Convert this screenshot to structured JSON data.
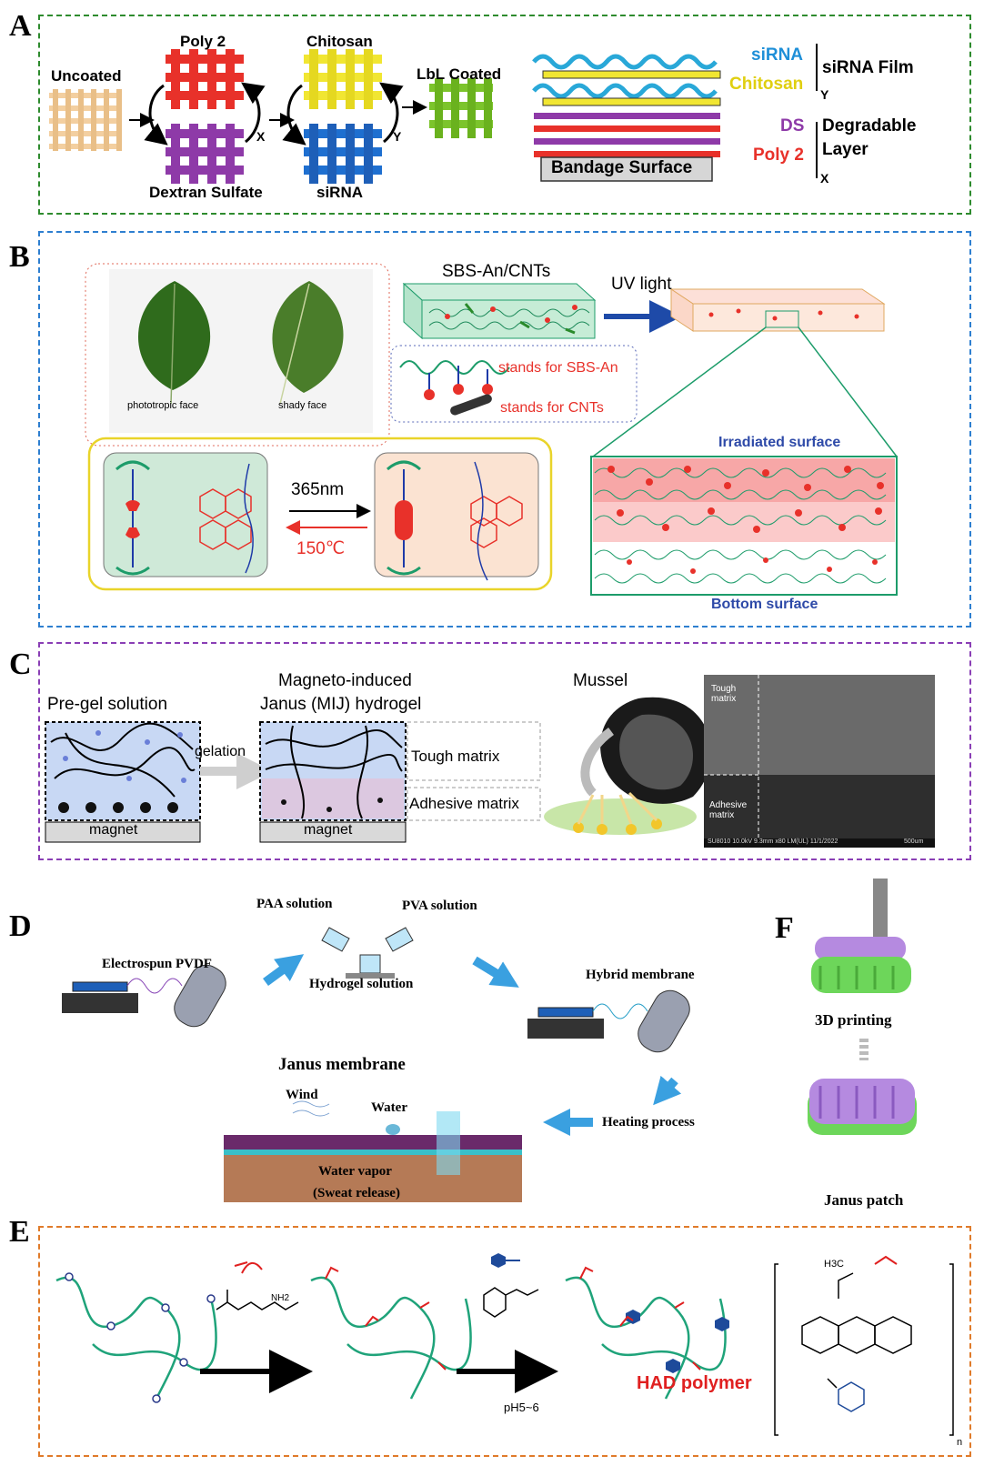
{
  "panels": {
    "A": {
      "letter": "A",
      "uncoated": "Uncoated",
      "poly2": "Poly 2",
      "dextran_sulfate": "Dextran Sulfate",
      "chitosan": "Chitosan",
      "sirna": "siRNA",
      "lbl_coated": "LbL Coated",
      "x": "X",
      "y": "Y",
      "bandage_surface": "Bandage Surface",
      "legend_sirna": "siRNA",
      "legend_chitosan": "Chitosan",
      "legend_sirna_film": "siRNA Film",
      "legend_y": "Y",
      "legend_ds": "DS",
      "legend_poly2": "Poly 2",
      "legend_degradable": "Degradable",
      "legend_layer": "Layer",
      "legend_x": "X",
      "colors": {
        "frame": "#2e8b2e",
        "poly2": "#e8312a",
        "ds": "#8e3aa8",
        "chitosan": "#f1e632",
        "sirna": "#1e6fd0",
        "coated": "#7cc42c",
        "uncoated": "#f3cfa0"
      }
    },
    "B": {
      "letter": "B",
      "phototropic_face": "phototropic face",
      "shady_face": "shady face",
      "sbs_cnts": "SBS-An/CNTs",
      "uv_light": "UV light",
      "stands_sbs": "stands for SBS-An",
      "stands_cnts": "stands for CNTs",
      "wavelength": "365nm",
      "temperature": "150℃",
      "irradiated": "Irradiated surface",
      "bottom": "Bottom surface",
      "colors": {
        "frame": "#2e7fd0"
      }
    },
    "C": {
      "letter": "C",
      "pregel": "Pre-gel solution",
      "mij_line1": "Magneto-induced",
      "mij_line2": "Janus (MIJ) hydrogel",
      "gelation": "gelation",
      "magnet1": "magnet",
      "magnet2": "magnet",
      "tough_matrix": "Tough matrix",
      "adhesive_matrix": "Adhesive matrix",
      "mussel": "Mussel",
      "sem_tough": "Tough matrix",
      "sem_adhesive": "Adhesive matrix",
      "sem_info": "SU8010 10.0kV 9.3mm x80 LM(UL) 11/1/2022",
      "sem_scale": "500um",
      "colors": {
        "frame": "#8a3fb5"
      }
    },
    "D": {
      "letter": "D",
      "paa": "PAA solution",
      "pva": "PVA solution",
      "electrospun": "Electrospun PVDF",
      "hydrogel": "Hydrogel solution",
      "hybrid": "Hybrid membrane",
      "janus_membrane": "Janus membrane",
      "wind": "Wind",
      "water": "Water",
      "heating": "Heating process",
      "water_vapor": "Water vapor",
      "sweat": "(Sweat release)"
    },
    "F": {
      "letter": "F",
      "printing": "3D printing",
      "janus_patch": "Janus patch"
    },
    "E": {
      "letter": "E",
      "ph": "pH5~6",
      "had": "HAD polymer",
      "nh2": "NH2",
      "h3c": "H3C",
      "n_sub": "n",
      "colors": {
        "frame": "#e07b2a",
        "chain": "#1fa37a",
        "had": "#e02020"
      }
    }
  }
}
